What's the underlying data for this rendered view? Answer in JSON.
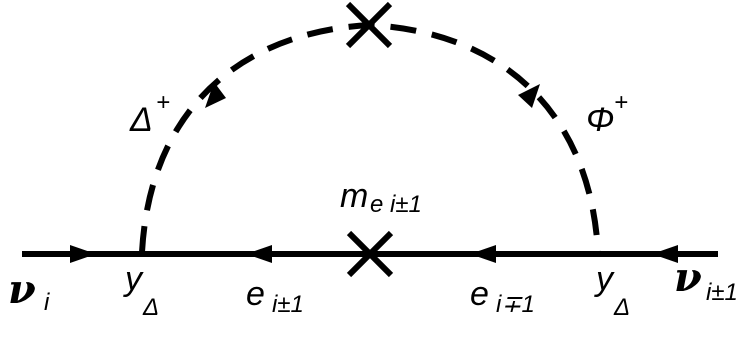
{
  "diagram": {
    "labels": {
      "nu_in": "ν",
      "nu_in_sub": "i",
      "nu_out": "ν",
      "nu_out_sub": "i±1",
      "vertex_left_main": "y",
      "vertex_left_sub": "Δ",
      "vertex_right_main": "y",
      "vertex_right_sub": "Δ",
      "e_left_main": "e",
      "e_left_sub": "i±1",
      "e_right_main": "e",
      "e_right_sub": "i∓1",
      "mass_main": "m",
      "mass_sub": "e i±1",
      "delta_main": "Δ",
      "delta_sup": "+",
      "phi_main": "Φ",
      "phi_sup": "+"
    },
    "colors": {
      "line": "#000000",
      "background": "#ffffff"
    }
  }
}
